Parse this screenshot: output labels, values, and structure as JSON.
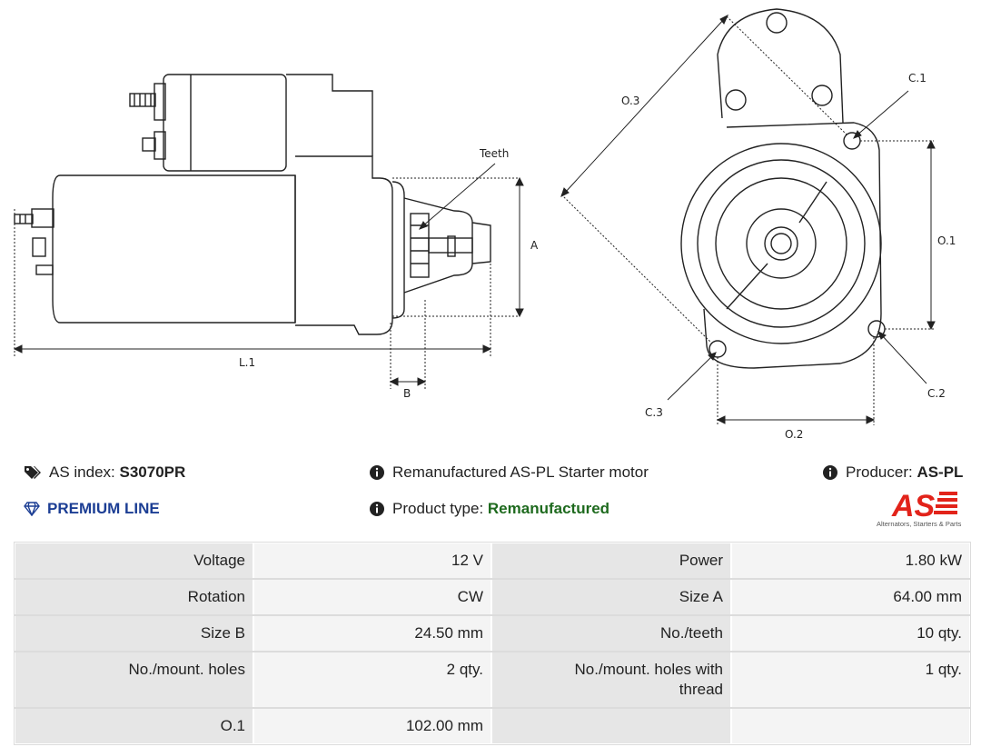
{
  "drawing": {
    "labels": {
      "teeth": "Teeth",
      "a": "A",
      "b": "B",
      "l1": "L.1",
      "o1": "O.1",
      "o2": "O.2",
      "o3": "O.3",
      "c1": "C.1",
      "c2": "C.2",
      "c3": "C.3"
    }
  },
  "info": {
    "as_index_label": "AS index:",
    "as_index_value": "S3070PR",
    "premium_line": "PREMIUM LINE",
    "description": "Remanufactured AS-PL Starter motor",
    "product_type_label": "Product type:",
    "product_type_value": "Remanufactured",
    "producer_label": "Producer:",
    "producer_value": "AS-PL",
    "logo_text": "AS",
    "logo_tagline": "Alternators, Starters & Parts",
    "premium_color": "#1c3e94",
    "green_color": "#1e6a1e",
    "logo_color": "#e2231a"
  },
  "specs": [
    {
      "label1": "Voltage",
      "value1": "12 V",
      "label2": "Power",
      "value2": "1.80 kW"
    },
    {
      "label1": "Rotation",
      "value1": "CW",
      "label2": "Size A",
      "value2": "64.00 mm"
    },
    {
      "label1": "Size B",
      "value1": "24.50 mm",
      "label2": "No./teeth",
      "value2": "10 qty."
    },
    {
      "label1": "No./mount. holes",
      "value1": "2 qty.",
      "label2": "No./mount. holes with thread",
      "value2": "1 qty."
    },
    {
      "label1": "O.1",
      "value1": "102.00 mm",
      "label2": "",
      "value2": ""
    }
  ]
}
